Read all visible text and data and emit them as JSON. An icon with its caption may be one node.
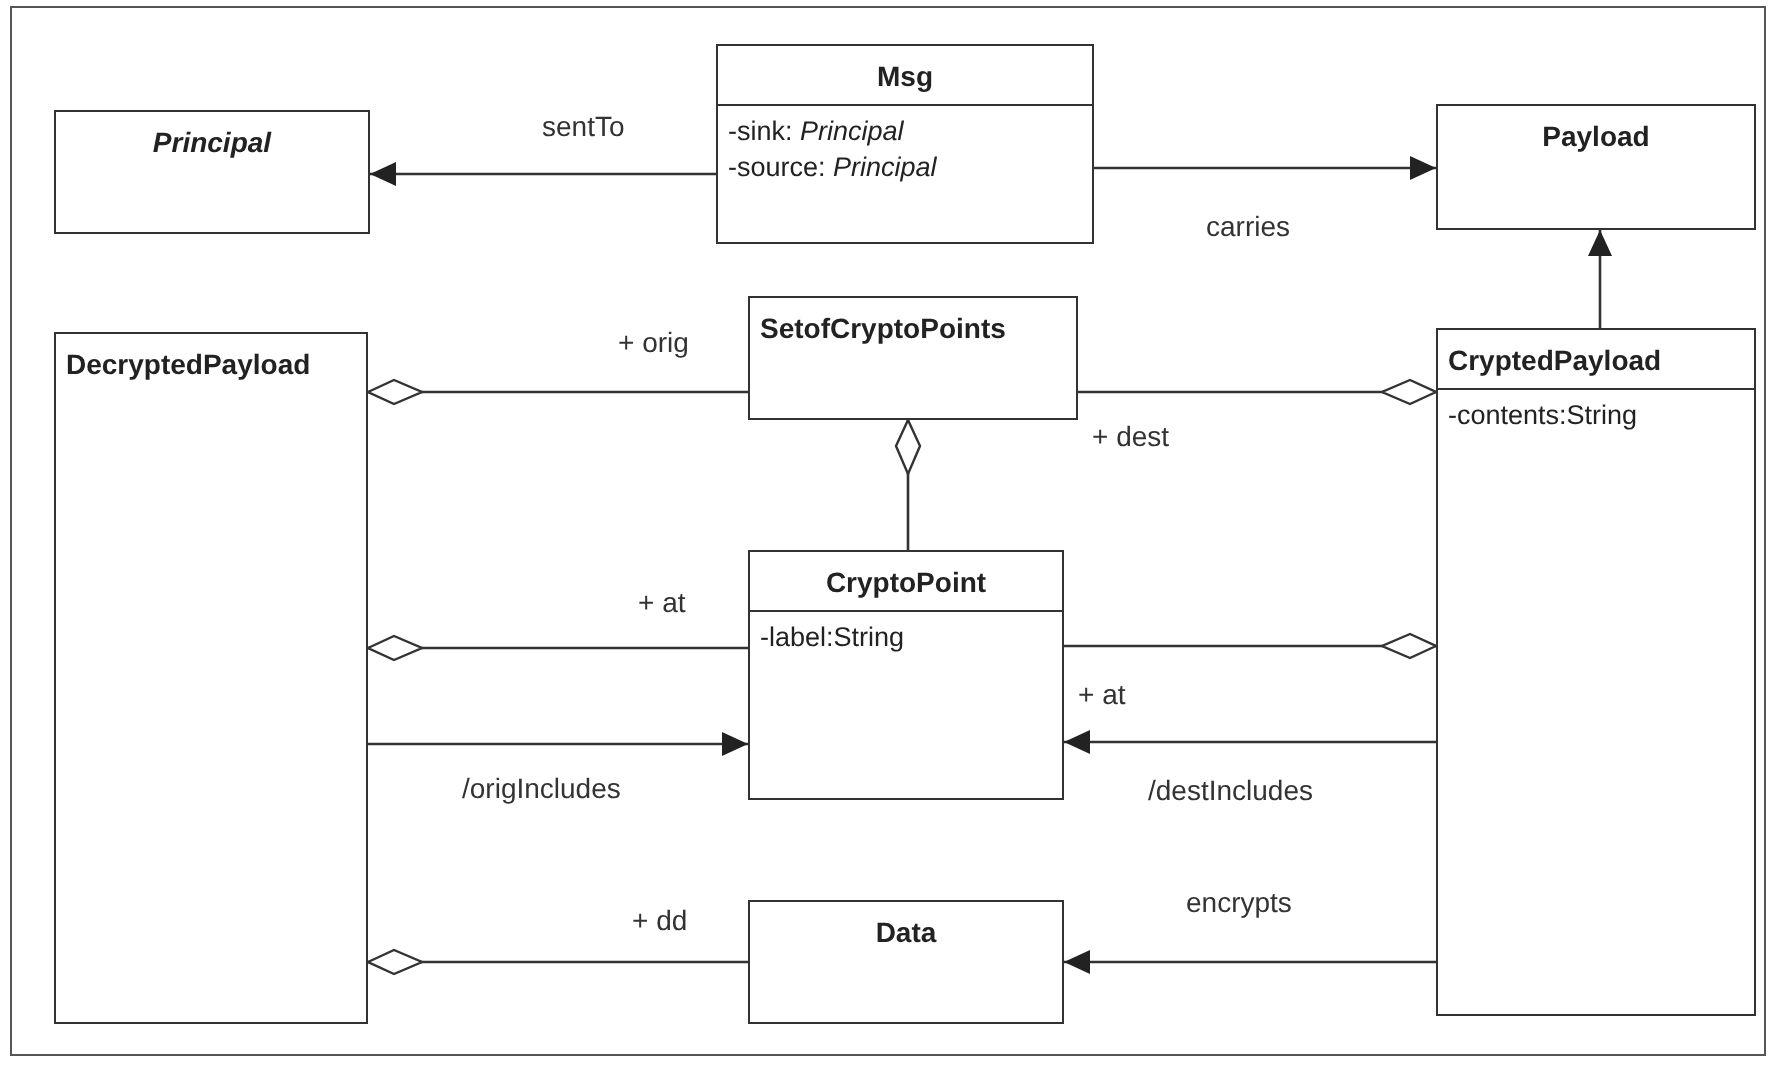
{
  "diagram": {
    "nodes": [
      {
        "text": [
          "Principal"
        ]
      },
      {
        "text": [
          "Msg",
          "-sink: *Principal*",
          "-source: *Principal*"
        ]
      },
      {
        "text": [
          "Payload"
        ]
      },
      {
        "text": [
          "DecryptedPayload"
        ]
      },
      {
        "text": [
          "SetofCryptoPoints"
        ]
      },
      {
        "text": [
          "CryptedPayload",
          "-contents:String"
        ]
      },
      {
        "text": [
          "CryptoPoint",
          "-label:String"
        ]
      },
      {
        "text": [
          "Data"
        ]
      }
    ],
    "edges": [
      {
        "from": 1,
        "to": 0,
        "arrow": "to",
        "label": "sentTo"
      },
      {
        "from": 1,
        "to": 2,
        "arrow": "to",
        "label": "carries"
      },
      {
        "from": 5,
        "to": 2,
        "arrow": "to"
      },
      {
        "from": 3,
        "to": 4,
        "arrow": "other",
        "label": "+ orig"
      },
      {
        "from": 5,
        "to": 4,
        "arrow": "other",
        "label": "+ dest"
      },
      {
        "from": 4,
        "to": 6,
        "arrow": "other"
      },
      {
        "from": 3,
        "to": 6,
        "arrow": "other",
        "label": "+ at"
      },
      {
        "from": 5,
        "to": 6,
        "arrow": "other",
        "label": "+ at"
      },
      {
        "from": 3,
        "to": 6,
        "arrow": "to",
        "label": "/origIncludes"
      },
      {
        "from": 5,
        "to": 6,
        "arrow": "to",
        "label": "/destIncludes"
      },
      {
        "from": 3,
        "to": 7,
        "arrow": "other",
        "label": "+ dd"
      },
      {
        "from": 5,
        "to": 7,
        "arrow": "to",
        "label": "encrypts"
      }
    ]
  }
}
